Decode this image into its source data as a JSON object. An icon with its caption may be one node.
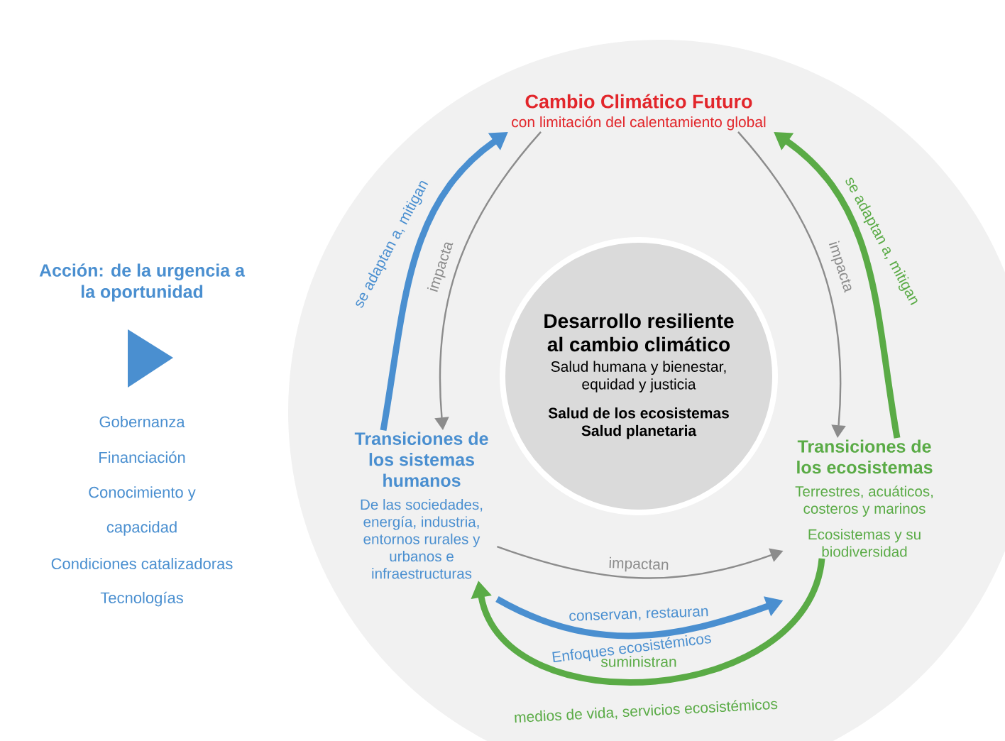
{
  "diagram": {
    "nodes": [
      {
        "text": [
          "Cambio Climático Futuro",
          "con limitación del calentamiento global"
        ]
      },
      {
        "text": [
          "Desarrollo resiliente al cambio climático",
          "Salud humana y bienestar, equidad y justicia",
          "Salud de los ecosistemas Salud planetaria"
        ]
      },
      {
        "text": [
          "Transiciones de los sistemas humanos",
          "De las sociedades, energía, industria, entornos rurales y urbanos e infraestructuras"
        ]
      },
      {
        "text": [
          "Transiciones de los ecosistemas",
          "Terrestres, acuáticos, costeros y marinos",
          "Ecosistemas y su biodiversidad"
        ]
      }
    ],
    "edges": [
      {
        "from": 2,
        "to": 0,
        "arrow": "to",
        "label": "se adaptan a, mitigan",
        "color": "#4a8fd0"
      },
      {
        "from": 0,
        "to": 2,
        "arrow": "to",
        "label": "impacta"
      },
      {
        "from": 3,
        "to": 0,
        "arrow": "to",
        "label": "se adaptan a, mitigan",
        "color": "#5aab46"
      },
      {
        "from": 0,
        "to": 3,
        "arrow": "to",
        "label": "impacta"
      },
      {
        "from": 2,
        "to": 3,
        "arrow": "to",
        "label": "impactan"
      },
      {
        "from": 2,
        "to": 3,
        "arrow": "to",
        "label": "conservan, restauran",
        "color": "#4a8fd0"
      },
      {
        "from": 3,
        "to": 2,
        "arrow": "to",
        "label": "suministran",
        "color": "#5aab46"
      }
    ],
    "labels": [
      "Acción: de la urgencia a la oportunidad",
      "Gobernanza",
      "Financiación",
      "Conocimiento y capacidad",
      "Condiciones catalizadoras",
      "Tecnologías",
      "Enfoques ecosistémicos",
      "medios de vida, servicios ecosistémicos"
    ]
  }
}
